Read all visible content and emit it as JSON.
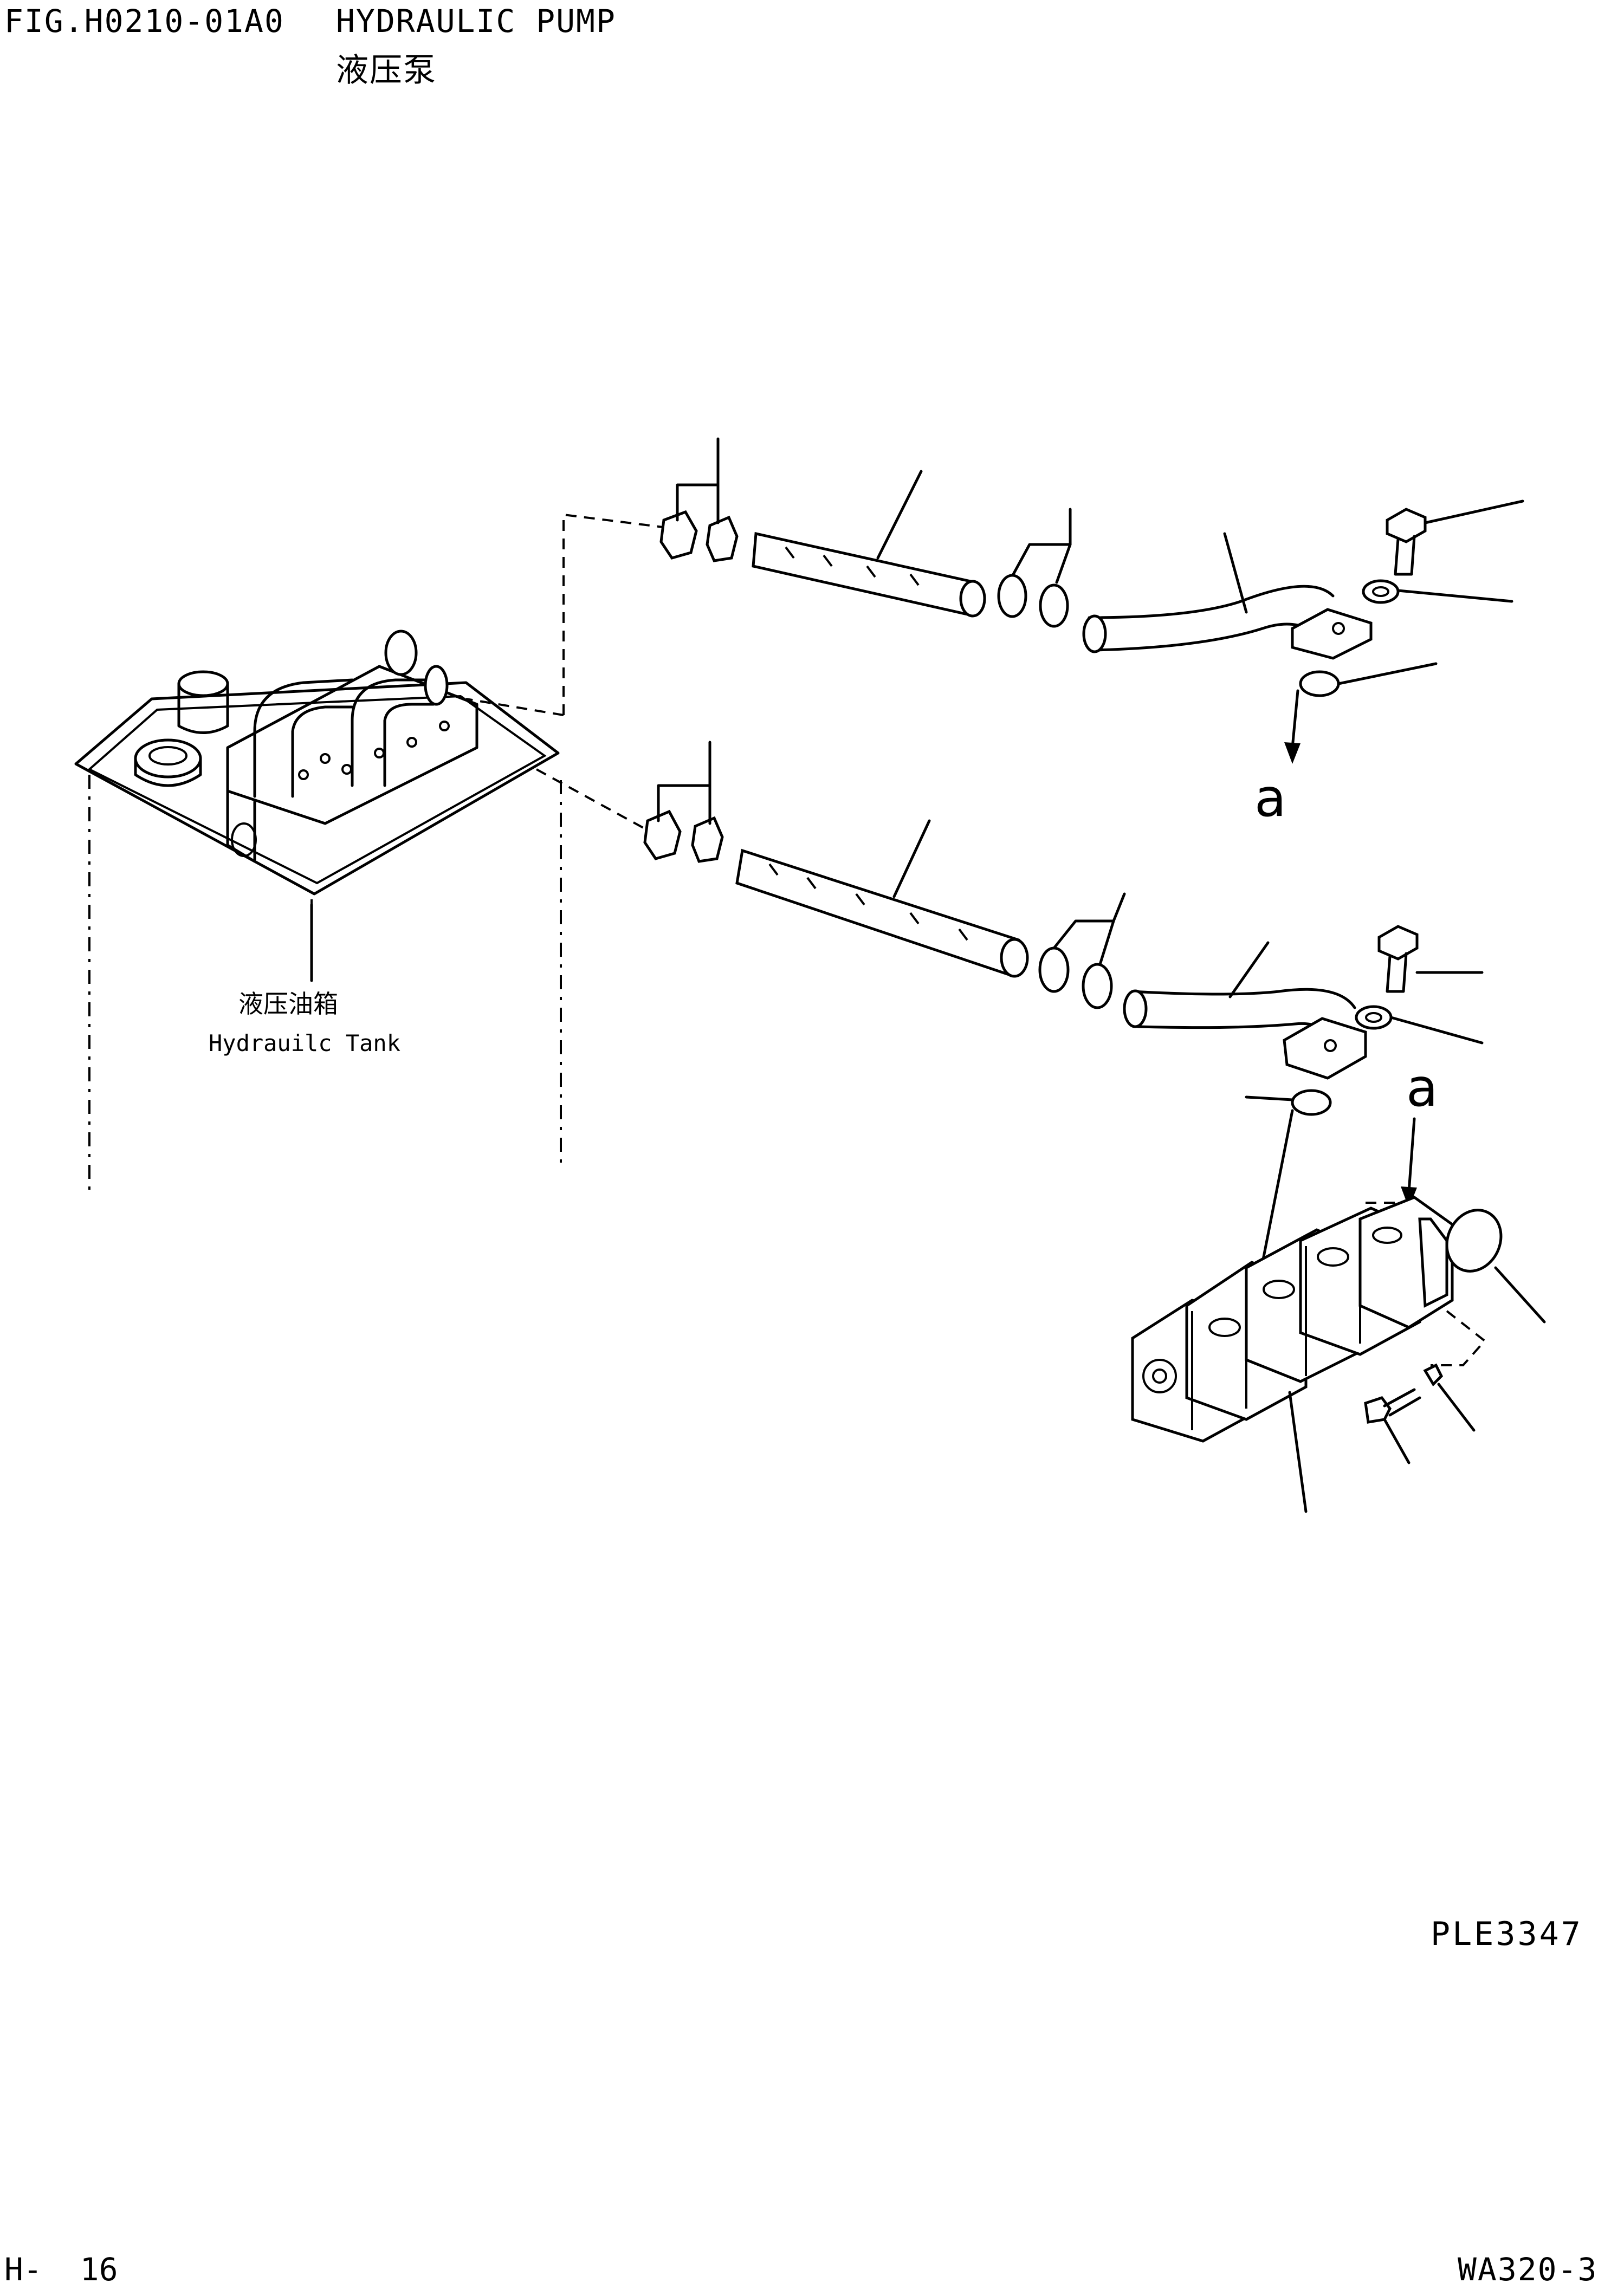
{
  "header": {
    "fig_code": "FIG.H0210-01A0",
    "title_en": "HYDRAULIC PUMP",
    "title_cn": "液压泵"
  },
  "labels": {
    "tank_cn": "液压油箱",
    "tank_en": "Hydrauilc Tank",
    "view_ref_1": "a",
    "view_ref_2": "a",
    "drawing_no": "PLE3347"
  },
  "footer": {
    "page": "H-  16",
    "model": "WA320-3"
  }
}
